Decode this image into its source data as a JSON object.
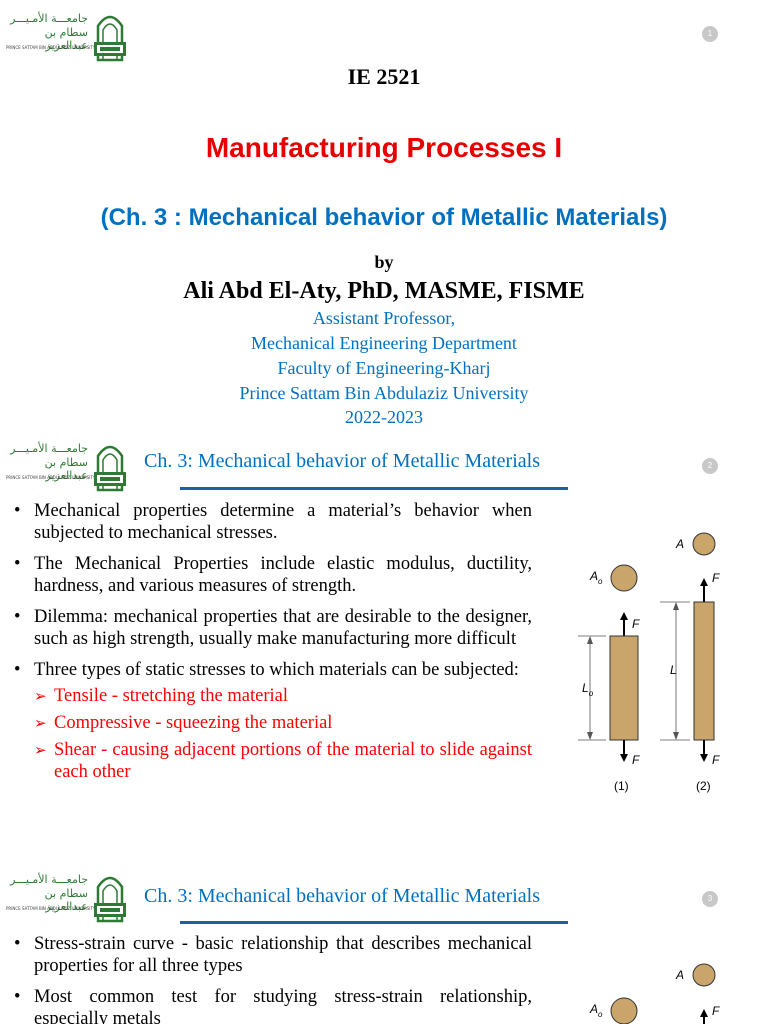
{
  "slide1": {
    "page_number": "1",
    "logo": {
      "arabic_line1": "جامعـــة الأمـيـــر",
      "arabic_line2": "سطام بن عبدالعزيز",
      "english": "PRINCE SATTAM BIN ABDULAZIZ UNIVERSITY"
    },
    "course_code": "IE 2521",
    "course_title": "Manufacturing Processes I",
    "chapter_title": "(Ch. 3 : Mechanical behavior of Metallic Materials)",
    "by": "by",
    "author": "Ali Abd El-Aty, PhD, MASME, FISME",
    "affiliation": [
      "Assistant Professor,",
      "Mechanical Engineering Department",
      "Faculty of Engineering-Kharj",
      "Prince Sattam Bin Abdulaziz University",
      "2022-2023"
    ]
  },
  "slide2": {
    "page_number": "2",
    "header": "Ch. 3: Mechanical behavior of Metallic Materials",
    "bullets": [
      "Mechanical properties determine a material’s behavior when subjected to mechanical stresses.",
      "The Mechanical Properties include elastic modulus, ductility, hardness, and various measures of strength.",
      "Dilemma: mechanical properties that are desirable to the designer, such as high strength, usually make manufacturing more difficult",
      "Three types of static stresses to which materials can be subjected:"
    ],
    "sub_bullets": [
      "Tensile - stretching the material",
      "Compressive - squeezing the material",
      "Shear - causing adjacent portions of the material to slide against each other"
    ],
    "figure": {
      "A": "A",
      "Ao": "A",
      "Ao_sub": "o",
      "F": "F",
      "L": "L",
      "Lo": "L",
      "Lo_sub": "o",
      "label1": "(1)",
      "label2": "(2)"
    }
  },
  "slide3": {
    "page_number": "3",
    "header": "Ch. 3: Mechanical behavior of Metallic Materials",
    "bullets": [
      "Stress-strain curve - basic relationship that describes mechanical properties for all three types",
      "Most common test for studying stress-strain relationship, especially metals"
    ],
    "figure": {
      "A": "A",
      "Ao": "A",
      "Ao_sub": "o",
      "F": "F"
    }
  }
}
